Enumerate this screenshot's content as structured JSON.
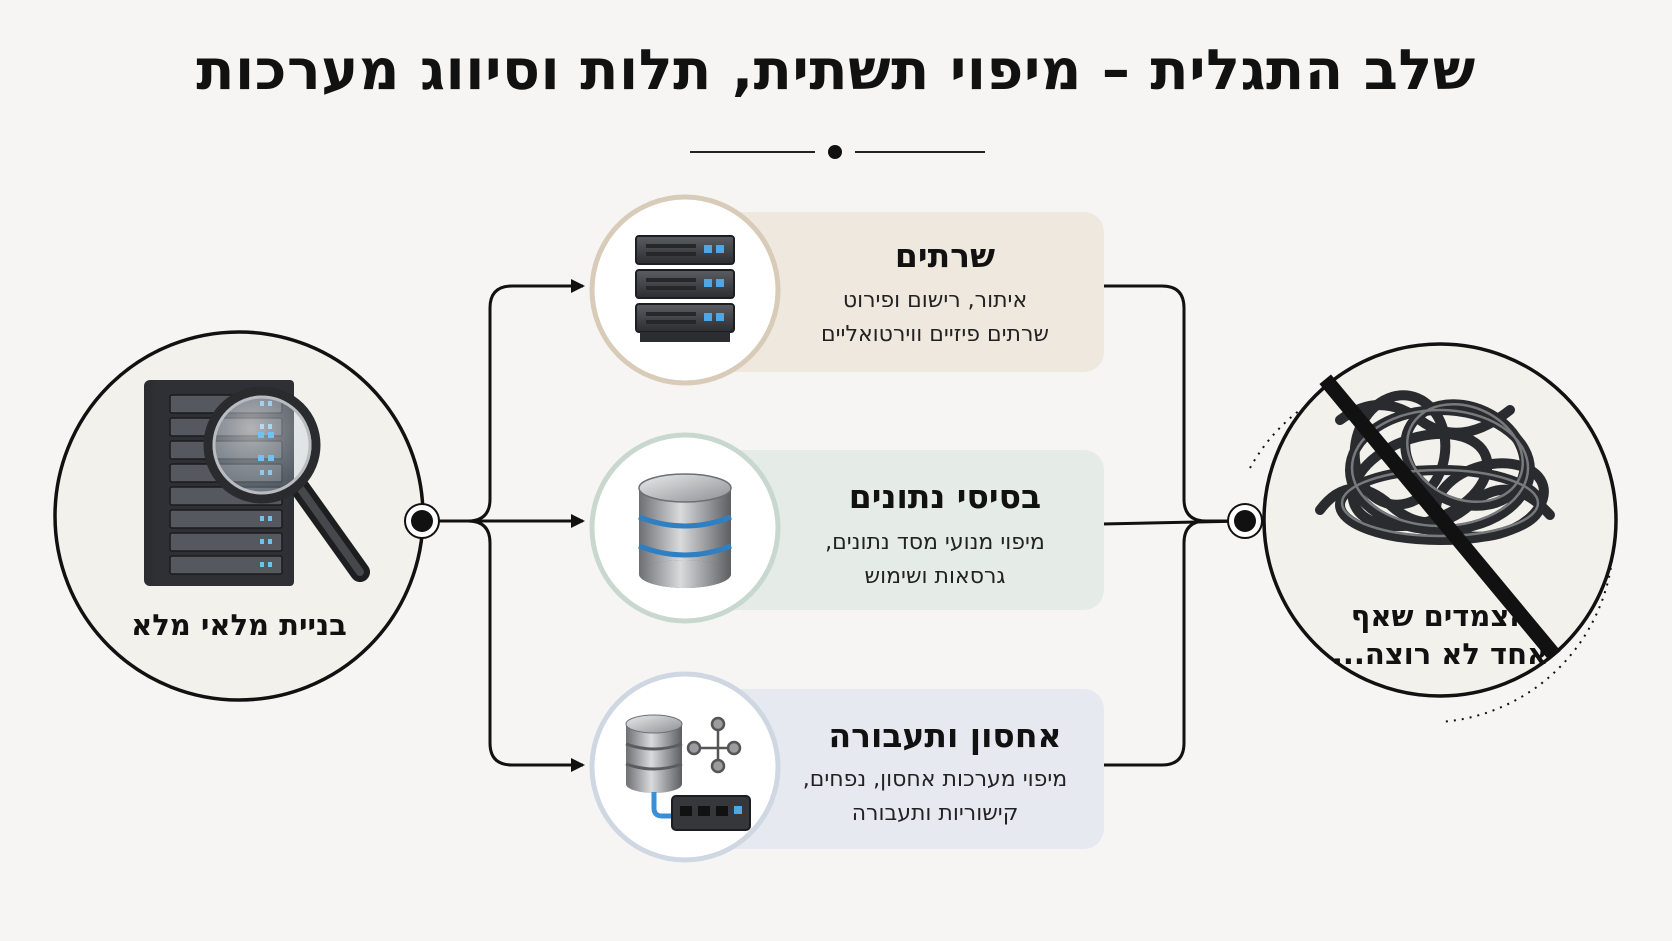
{
  "title": "שלב התגלית – מיפוי תשתית, תלות וסיווג מערכות",
  "left_circle": {
    "label": "בניית מלאי מלא",
    "icon": "server-rack-magnifier-icon"
  },
  "cards": [
    {
      "title": "שרתים",
      "desc_line1": "איתור, רישום ופירוט",
      "desc_line2": "שרתים פיזיים ווירטואליים",
      "icon": "server-stack-icon",
      "bg": "#efe8df",
      "ring": "#d8cbb8"
    },
    {
      "title": "בסיסי נתונים",
      "desc_line1": "מיפוי מנועי מסד נתונים,",
      "desc_line2": "גרסאות ושימוש",
      "icon": "database-icon",
      "bg": "#e5ece7",
      "ring": "#c9d8cf"
    },
    {
      "title": "אחסון ותעבורה",
      "desc_line1": "מיפוי מערכות אחסון, נפחים,",
      "desc_line2": "קישוריות ותעבורה",
      "icon": "storage-network-icon",
      "bg": "#e6eaf0",
      "ring": "#cfd7e2"
    }
  ],
  "right_circle": {
    "label_line1": "הצמדים שאף",
    "label_line2": "אחד לא רוצה...",
    "icon": "tangled-cables-crossed-icon"
  },
  "colors": {
    "background": "#f6f5f3",
    "line": "#111111",
    "accent_blue": "#3b8fd6"
  }
}
